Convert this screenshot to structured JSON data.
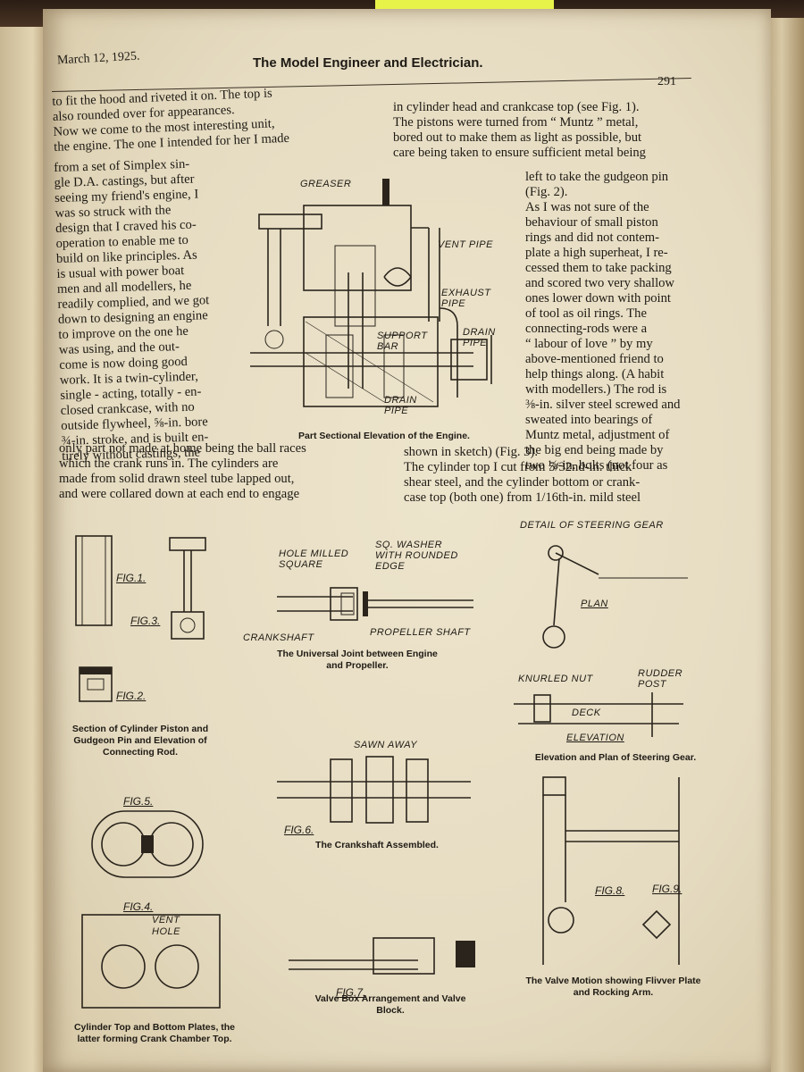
{
  "header": {
    "date": "March 12, 1925.",
    "title": "The Model Engineer and Electrician.",
    "page_number": "291"
  },
  "left_column": {
    "top_lines": [
      "to fit the hood and riveted it on. The top is",
      "also rounded over for appearances.",
      "Now we come to the most interesting unit,",
      "the engine. The one I intended for her I made"
    ],
    "narrow_lines": [
      "from a set of Simplex sin-",
      "gle D.A. castings, but after",
      "seeing my friend's engine, I",
      "was so struck with the",
      "design that I craved his co-",
      "operation to enable me to",
      "build on like principles. As",
      "is usual with power boat",
      "men and all modellers, he",
      "readily complied, and we got",
      "down to designing an engine",
      "to improve on the one he",
      "was using, and the out-",
      "come is now doing good",
      "work. It is a twin-cylinder,",
      "single - acting, totally - en-",
      "closed crankcase, with no",
      "outside flywheel, ⅝-in. bore",
      "¾-in. stroke, and is built en-",
      "tirely without castings, the"
    ],
    "bottom_lines": [
      "only part not made at home being the ball races",
      "which the crank runs in. The cylinders are",
      "made from solid drawn steel tube lapped out,",
      "and were collared down at each end to engage"
    ]
  },
  "right_column": {
    "top_lines": [
      "in cylinder head and crankcase top (see Fig. 1).",
      "The pistons were turned from “ Muntz ” metal,",
      "bored out to make them as light as possible, but",
      "care being taken to ensure sufficient metal being"
    ],
    "narrow_lines": [
      "left to take the gudgeon pin",
      "(Fig. 2).",
      "As I was not sure of the",
      "behaviour of small piston",
      "rings and did not contem-",
      "plate a high superheat, I re-",
      "cessed them to take packing",
      "and scored two very shallow",
      "ones lower down with point",
      "of tool as oil rings. The",
      "connecting-rods were a",
      "“ labour of love ” by my",
      "above-mentioned friend to",
      "help things along. (A habit",
      "with modellers.) The rod is",
      "⅜-in. silver steel screwed and",
      "sweated into bearings of",
      "Muntz metal, adjustment of",
      "the big end being made by",
      "two ⅛-in. bolts (not four as"
    ],
    "bottom_lines": [
      "shown in sketch) (Fig. 3).",
      "The cylinder top I cut from 5/32nd-in. thick",
      "shear steel, and the cylinder bottom or crank-",
      "case top (both one) from 1/16th-in. mild steel"
    ]
  },
  "engine_figure": {
    "labels": {
      "greaser": "GREASER",
      "vent_pipe": "VENT PIPE",
      "exhaust_pipe": "EXHAUST PIPE",
      "support_bar": "SUPPORT BAR",
      "drain_pipe_right": "DRAIN PIPE",
      "drain_pipe_bottom": "DRAIN PIPE"
    },
    "caption": "Part Sectional Elevation of the Engine."
  },
  "figures": {
    "fig1": "FIG.1.",
    "fig2": "FIG.2.",
    "fig3": "FIG.3.",
    "fig4": "FIG.4.",
    "fig5": "FIG.5.",
    "fig6": "FIG.6.",
    "fig7": "FIG.7.",
    "fig8": "FIG.8.",
    "fig9": "FIG.9.",
    "piston_caption": "Section of Cylinder Piston and Gudgeon Pin and Elevation of Connecting Rod.",
    "plates_caption": "Cylinder Top and Bottom Plates, the latter forming Crank Chamber Top.",
    "plates_vent_hole": "VENT HOLE",
    "joint_labels": {
      "hole_milled": "HOLE MILLED SQUARE",
      "sq_washer": "SQ. WASHER WITH ROUNDED EDGE",
      "crankshaft": "CRANKSHAFT",
      "propeller_shaft": "PROPELLER SHAFT"
    },
    "joint_caption": "The Universal Joint between Engine and Propeller.",
    "crankshaft_label": "SAWN AWAY",
    "crankshaft_caption": "The Crankshaft Assembled.",
    "valve_box_caption": "Valve Box Arrangement and Valve Block.",
    "steering_title": "DETAIL OF STEERING GEAR",
    "steering_labels": {
      "plan": "PLAN",
      "knurled_nut": "KNURLED NUT",
      "rudder_post": "RUDDER POST",
      "deck": "DECK",
      "elevation": "ELEVATION"
    },
    "steering_caption": "Elevation and Plan of Steering Gear.",
    "valve_motion_caption": "The Valve Motion showing Flivver Plate and Rocking Arm."
  }
}
